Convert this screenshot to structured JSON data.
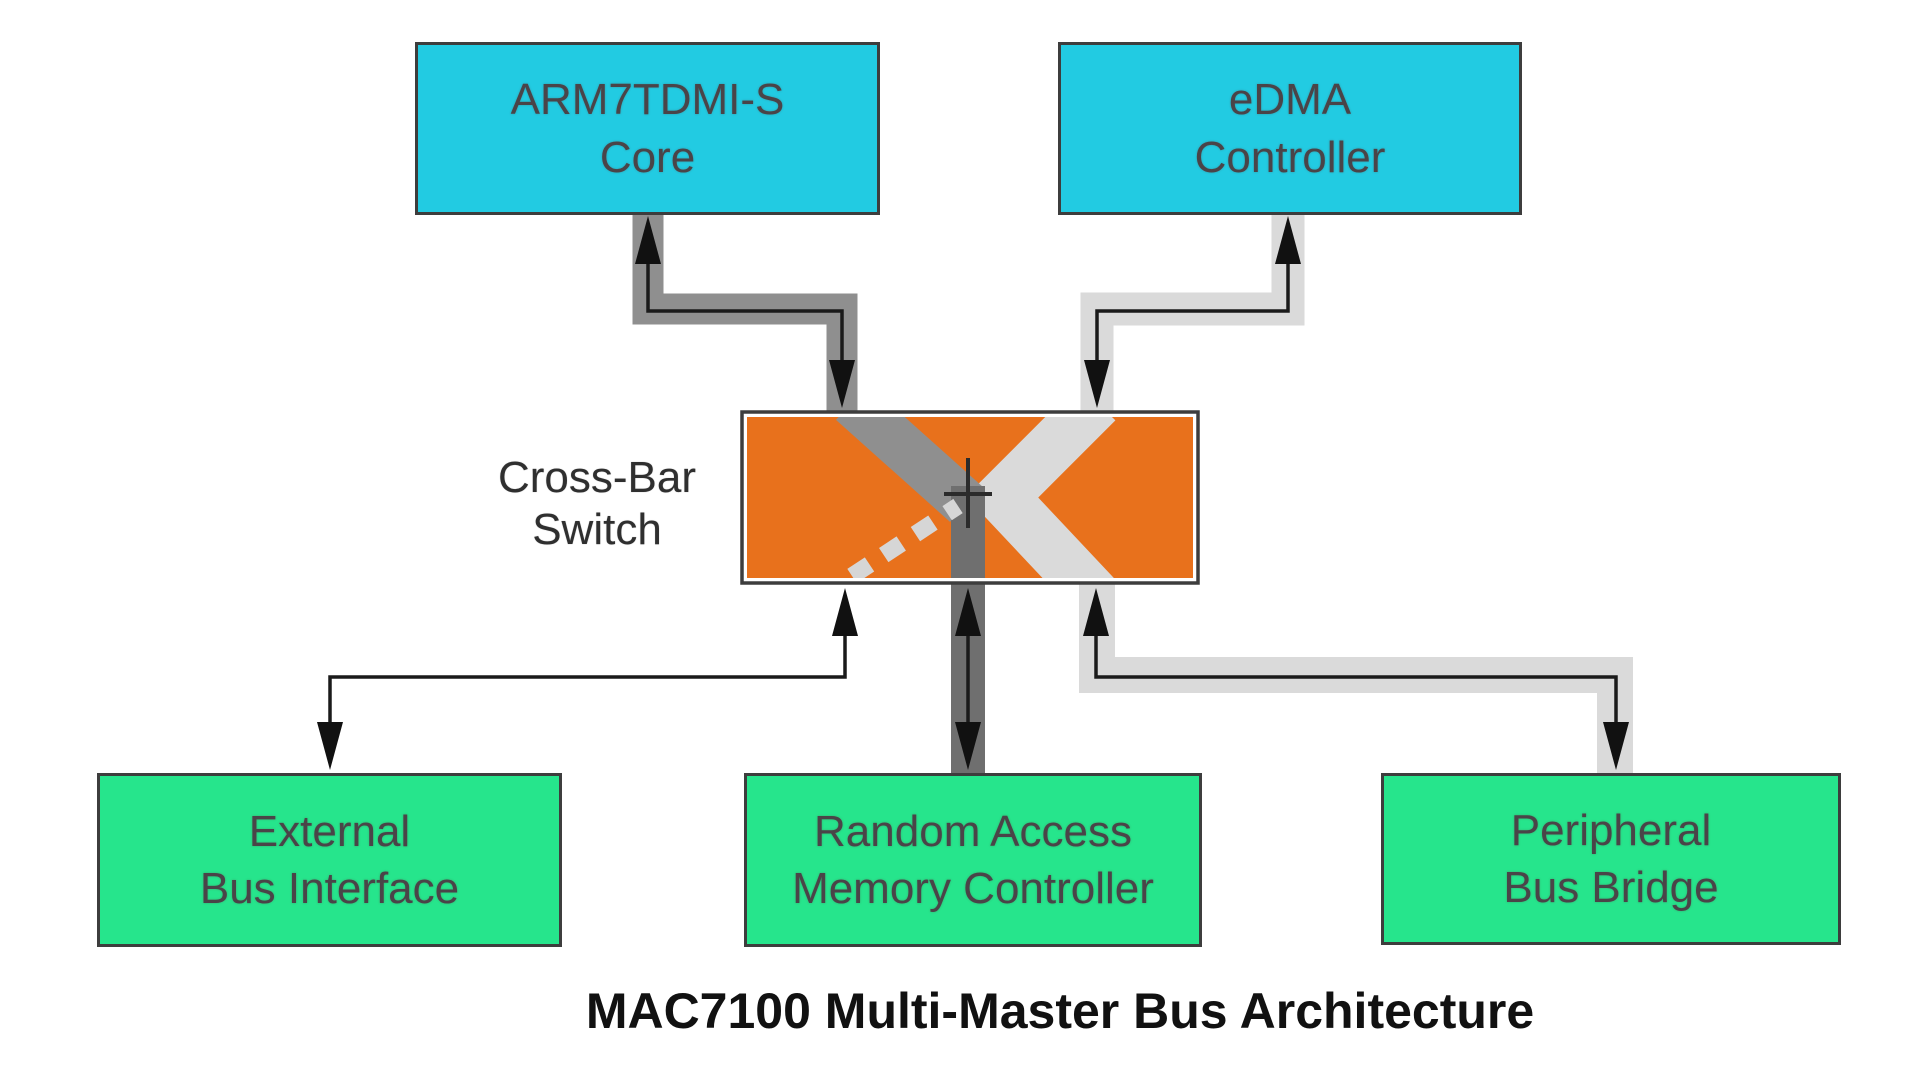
{
  "diagram": {
    "title": "MAC7100 Multi-Master Bus Architecture",
    "nodes": {
      "arm": {
        "line1": "ARM7TDMI-S",
        "line2": "Core",
        "fill": "#22CBE2"
      },
      "edma": {
        "line1": "eDMA",
        "line2": "Controller",
        "fill": "#22CBE2"
      },
      "xbar": {
        "line1": "Cross-Bar",
        "line2": "Switch",
        "fill": "#E8711C"
      },
      "ebi": {
        "line1": "External",
        "line2": "Bus Interface",
        "fill": "#26E58C"
      },
      "ram": {
        "line1": "Random Access",
        "line2": "Memory Controller",
        "fill": "#26E58C"
      },
      "pbb": {
        "line1": "Peripheral",
        "line2": "Bus Bridge",
        "fill": "#26E58C"
      }
    },
    "buses": [
      {
        "from": "ARM7TDMI-S Core",
        "to": "Cross-Bar Switch",
        "style": "thick-dark-gray-band",
        "arrows": "both"
      },
      {
        "from": "eDMA Controller",
        "to": "Cross-Bar Switch",
        "style": "thick-light-gray-band",
        "arrows": "both"
      },
      {
        "from": "Cross-Bar Switch",
        "to": "Random Access Memory Controller",
        "style": "thick-dark-gray-band",
        "arrows": "both"
      },
      {
        "from": "Cross-Bar Switch",
        "to": "Peripheral Bus Bridge",
        "style": "thick-light-gray-band",
        "arrows": "both"
      },
      {
        "from": "Cross-Bar Switch",
        "to": "External Bus Interface",
        "style": "thin-line",
        "arrows": "both"
      },
      {
        "from": "switch center",
        "to": "switch bottom-left",
        "style": "dashed-light-gray",
        "arrows": "none"
      }
    ],
    "colors": {
      "master_fill": "#22CBE2",
      "slave_fill": "#26E58C",
      "switch_fill": "#E8711C",
      "dark_bus": "#8F8F8F",
      "dark_bus_vertical": "#6F6F6F",
      "light_bus": "#DADADA",
      "wire": "#1A1A1A",
      "box_border": "#3D3D3D",
      "box_text": "#4A4448",
      "title_text": "#111111"
    }
  }
}
